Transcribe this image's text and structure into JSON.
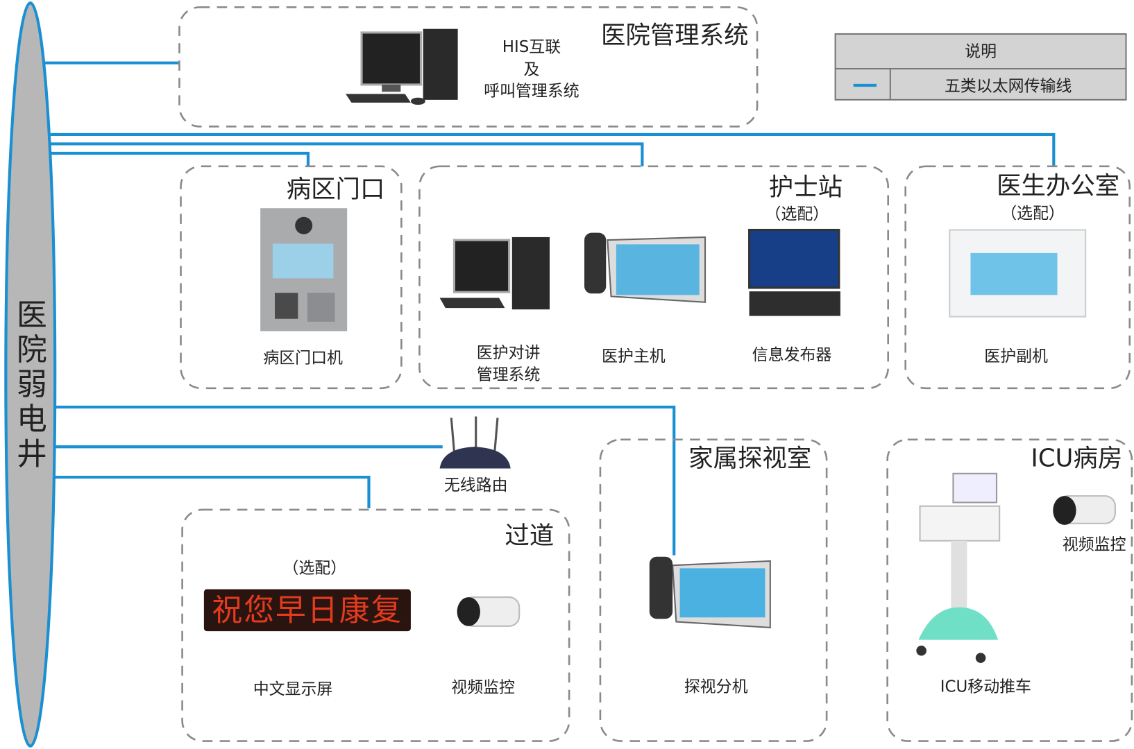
{
  "shaft": {
    "label_chars": [
      "医",
      "院",
      "弱",
      "电",
      "井"
    ]
  },
  "legend": {
    "title": "说明",
    "line_desc": "五类以太网传输线",
    "line_color": "#1a90d2"
  },
  "his": {
    "title": "医院管理系统",
    "desc_lines": [
      "HIS互联",
      "及",
      "呼叫管理系统"
    ]
  },
  "ward_door": {
    "title": "病区门口",
    "device": "病区门口机"
  },
  "nurse_station": {
    "title": "护士站",
    "optional": "（选配）",
    "devices": [
      "医护对讲",
      "管理系统",
      "医护主机",
      "信息发布器"
    ]
  },
  "doctor_office": {
    "title": "医生办公室",
    "optional": "（选配）",
    "device": "医护副机"
  },
  "router": {
    "label": "无线路由"
  },
  "corridor": {
    "title": "过道",
    "optional": "（选配）",
    "led_text": "祝您早日康复",
    "devices": [
      "中文显示屏",
      "视频监控"
    ]
  },
  "visit_room": {
    "title": "家属探视室",
    "device": "探视分机"
  },
  "icu": {
    "title": "ICU病房",
    "devices": [
      "视频监控",
      "ICU移动推车"
    ]
  }
}
